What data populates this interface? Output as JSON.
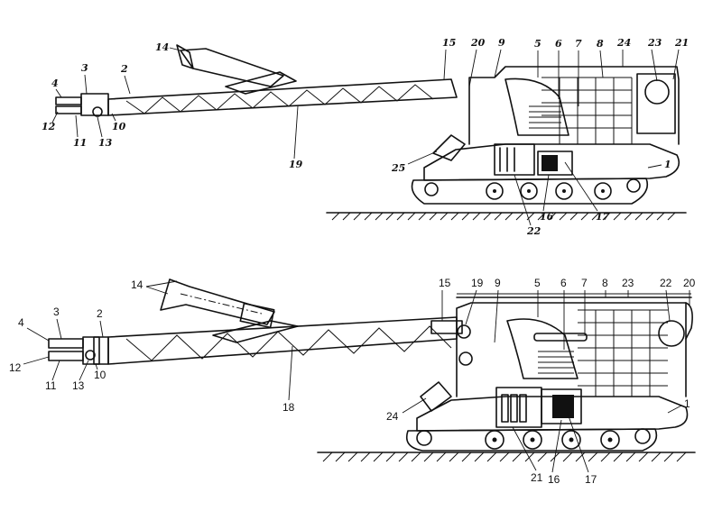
{
  "top_labels": [
    "1",
    "2",
    "3",
    "4",
    "5",
    "6",
    "7",
    "8",
    "9",
    "10",
    "11",
    "12",
    "13",
    "14",
    "15",
    "16",
    "17",
    "19",
    "20",
    "21",
    "22",
    "23",
    "24",
    "25"
  ],
  "bottom_labels": [
    "1",
    "2",
    "3",
    "4",
    "5",
    "6",
    "7",
    "8",
    "9",
    "10",
    "11",
    "12",
    "13",
    "14",
    "15",
    "16",
    "17",
    "18",
    "19",
    "20",
    "21",
    "22",
    "23",
    "24"
  ]
}
